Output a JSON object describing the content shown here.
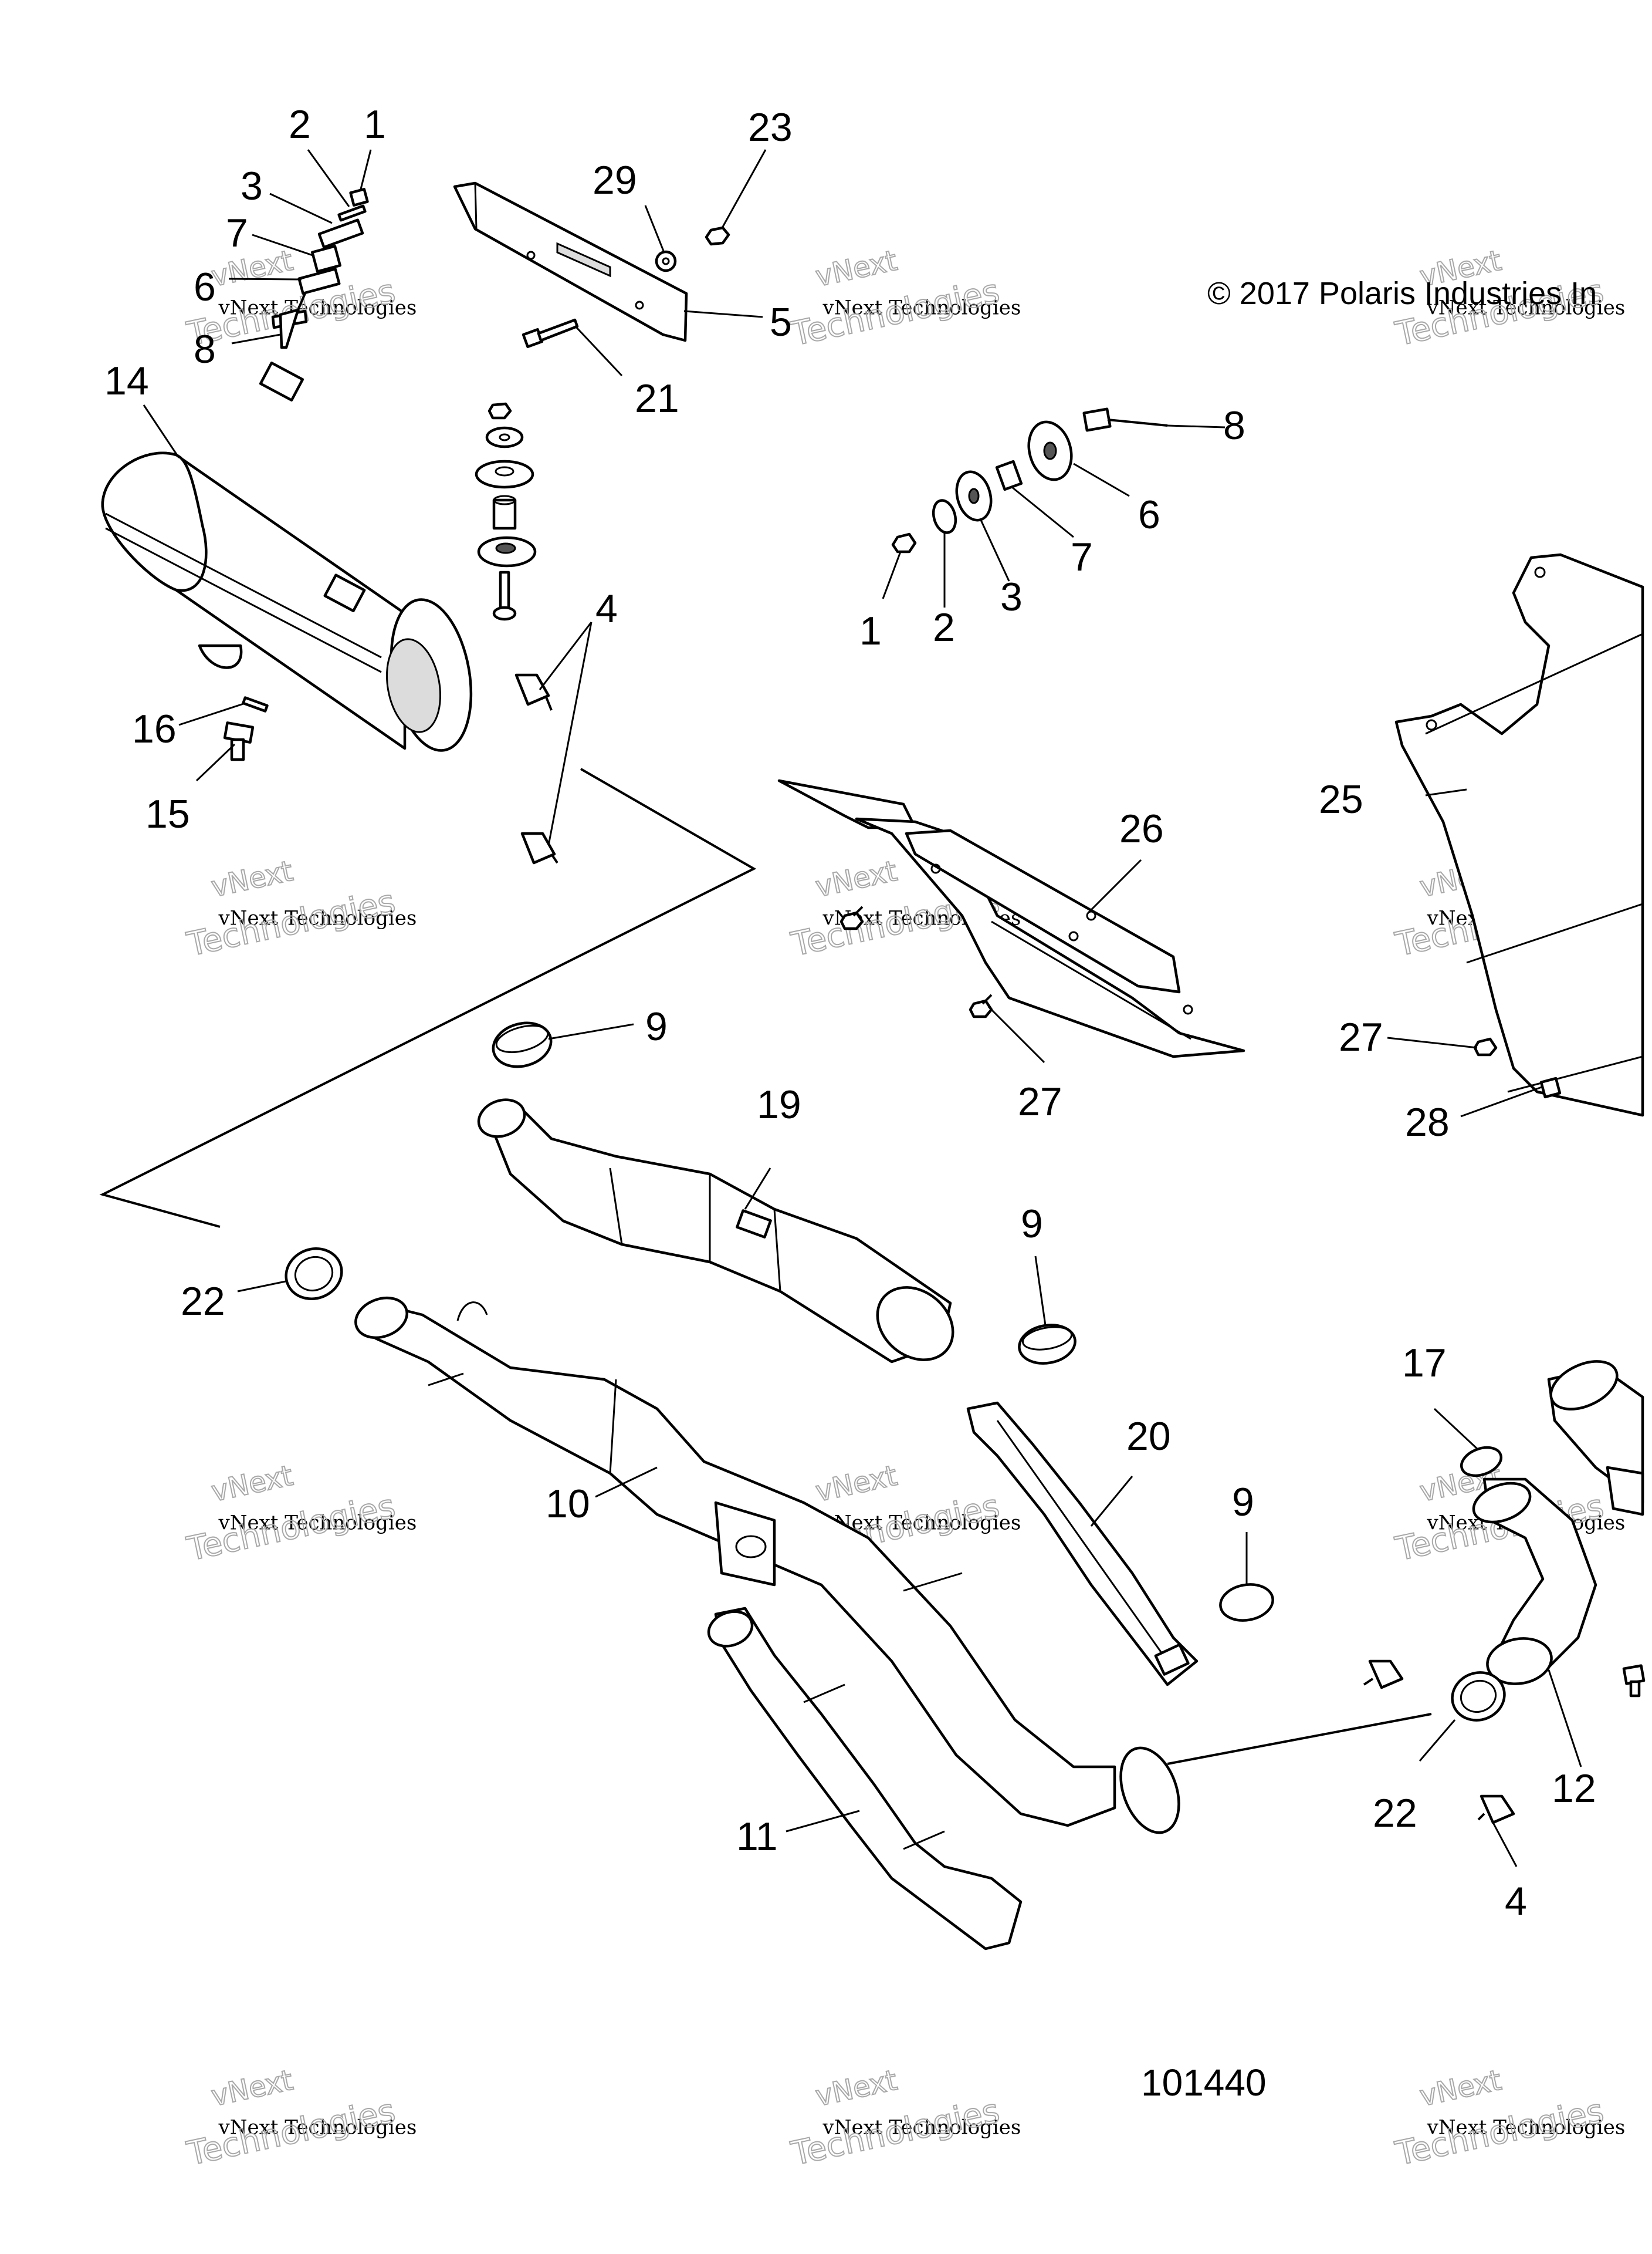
{
  "copyright": "© 2017 Polaris Industries In",
  "figure_number": "101440",
  "watermark": {
    "line1": "vNext",
    "line2": "vNext Technologies",
    "line3": "Technologies"
  },
  "callouts": {
    "c1a": "1",
    "c2a": "2",
    "c3a": "3",
    "c7a": "7",
    "c6a": "6",
    "c8a": "8",
    "c29": "29",
    "c23": "23",
    "c5": "5",
    "c21": "21",
    "c14": "14",
    "c8b": "8",
    "c6b": "6",
    "c7b": "7",
    "c3b": "3",
    "c2b": "2",
    "c1b": "1",
    "c4a": "4",
    "c16": "16",
    "c15": "15",
    "c25": "25",
    "c26": "26",
    "c27a": "27",
    "c27b": "27",
    "c28": "28",
    "c9a": "9",
    "c19": "19",
    "c9b": "9",
    "c22a": "22",
    "c20": "20",
    "c9c": "9",
    "c17": "17",
    "c10": "10",
    "c12": "12",
    "c22b": "22",
    "c11": "11",
    "c4b": "4"
  }
}
